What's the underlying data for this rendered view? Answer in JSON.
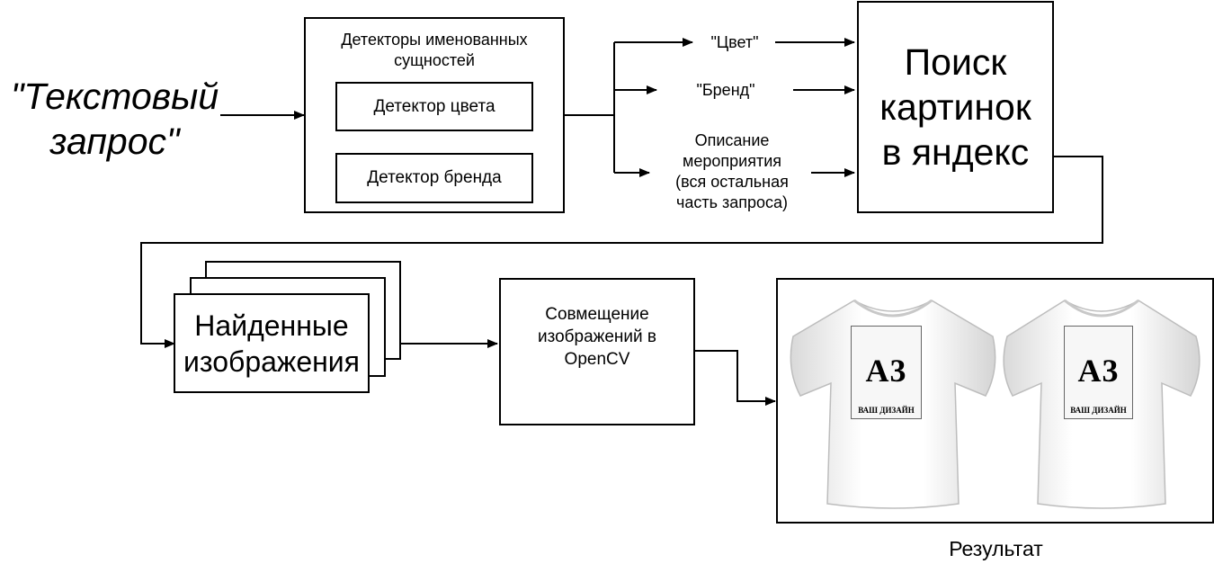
{
  "input_query": {
    "line1": "\"Текстовый",
    "line2": "запрос\""
  },
  "ner_block": {
    "title_line1": "Детекторы именованных",
    "title_line2": "сущностей",
    "color_detector": "Детектор цвета",
    "brand_detector": "Детектор бренда"
  },
  "outputs": {
    "color": "\"Цвет\"",
    "brand": "\"Бренд\"",
    "event_line1": "Описание",
    "event_line2": "мероприятия",
    "event_line3": "(вся остальная",
    "event_line4": "часть запроса)"
  },
  "search_block": {
    "line1": "Поиск",
    "line2": "картинок",
    "line3": "в яндекс"
  },
  "found_images": {
    "line1": "Найденные",
    "line2": "изображения"
  },
  "merge_block": {
    "line1": "Совмещение",
    "line2": "изображений в",
    "line3": "OpenCV"
  },
  "result": {
    "caption": "Результат",
    "shirt_print_big": "А3",
    "shirt_print_small": "ВАШ ДИЗАЙН"
  }
}
